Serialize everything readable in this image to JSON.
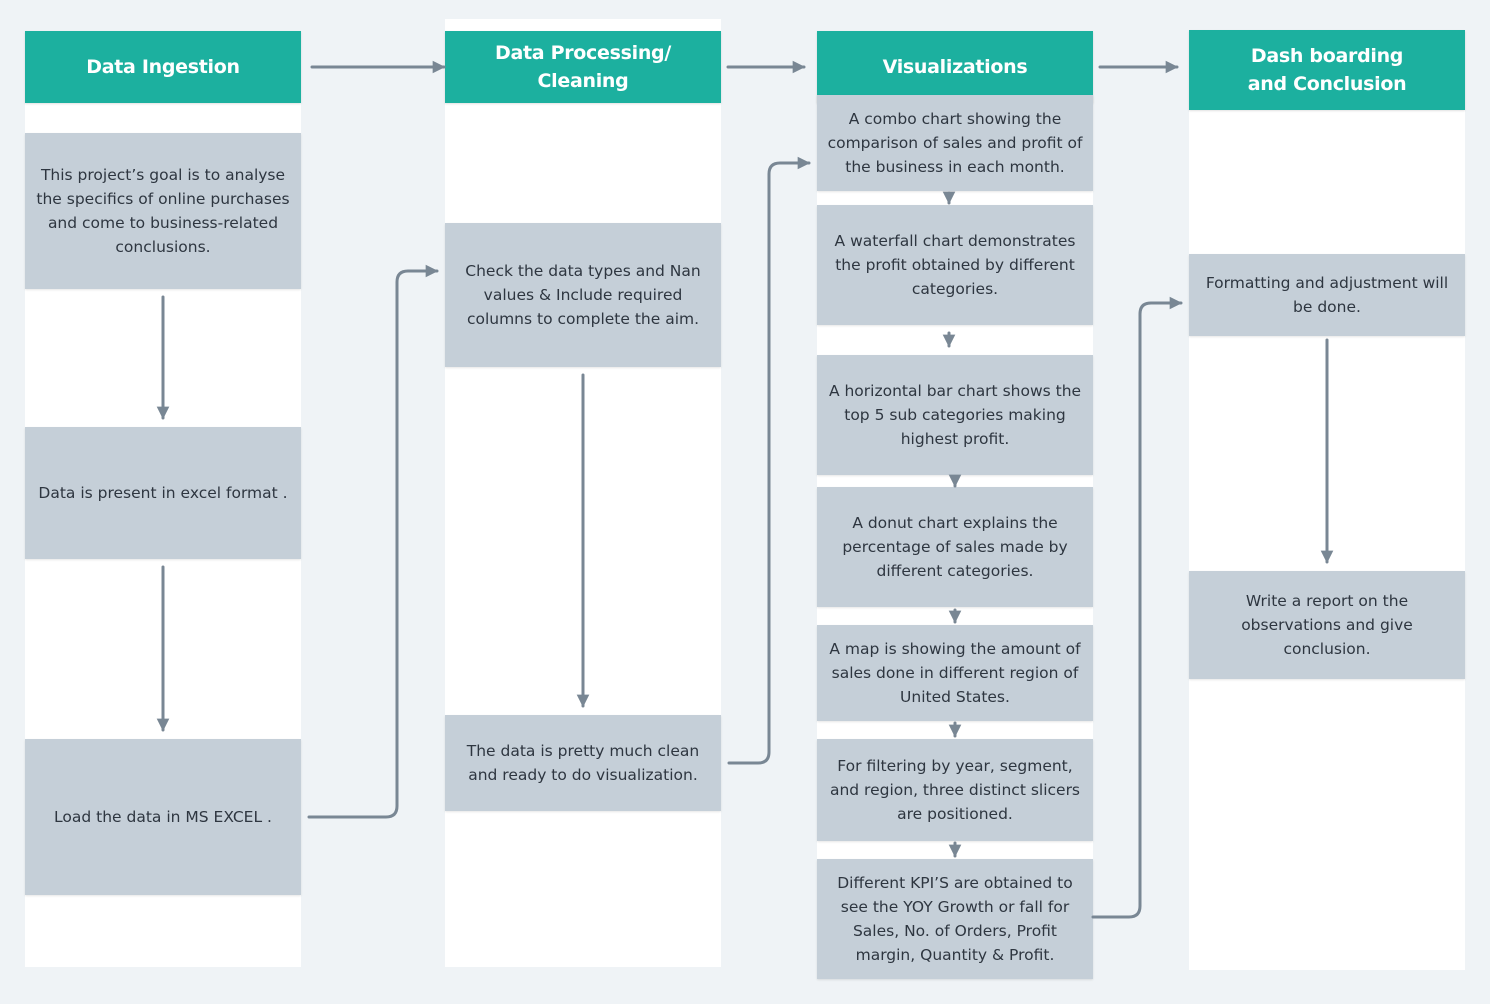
{
  "columns": {
    "ingestion": {
      "title": "Data Ingestion",
      "steps": [
        "This project’s goal is to analyse the specifics of online purchases and come to business-related conclusions.",
        "Data is present in excel format .",
        "Load the data in MS EXCEL ."
      ]
    },
    "processing": {
      "title": "Data Processing/ Cleaning",
      "steps": [
        "Check the data types and Nan values & Include required columns to complete the aim.",
        "The data is pretty much clean and ready to do visualization."
      ]
    },
    "visualizations": {
      "title": "Visualizations",
      "steps": [
        "A combo chart showing the comparison of sales and profit of the business in each month.",
        "A waterfall chart demonstrates the profit obtained by different categories.",
        "A horizontal bar chart shows the top 5 sub categories making highest profit.",
        "A donut chart explains the percentage of sales made by different categories.",
        "A map is showing the amount of sales done in different region of United States.",
        "For filtering by year, segment, and region, three distinct slicers are positioned.",
        "Different KPI’S are obtained to see the YOY Growth or fall for Sales, No. of Orders, Profit margin, Quantity & Profit."
      ]
    },
    "dashboarding": {
      "title": "Dash boarding and Conclusion",
      "steps": [
        "Formatting and adjustment will be done.",
        "Write a report on the observations and give conclusion."
      ]
    }
  },
  "colors": {
    "header": "#1cb09f",
    "box": "#c5cfd8",
    "connector": "#798794",
    "background": "#eff3f6"
  }
}
